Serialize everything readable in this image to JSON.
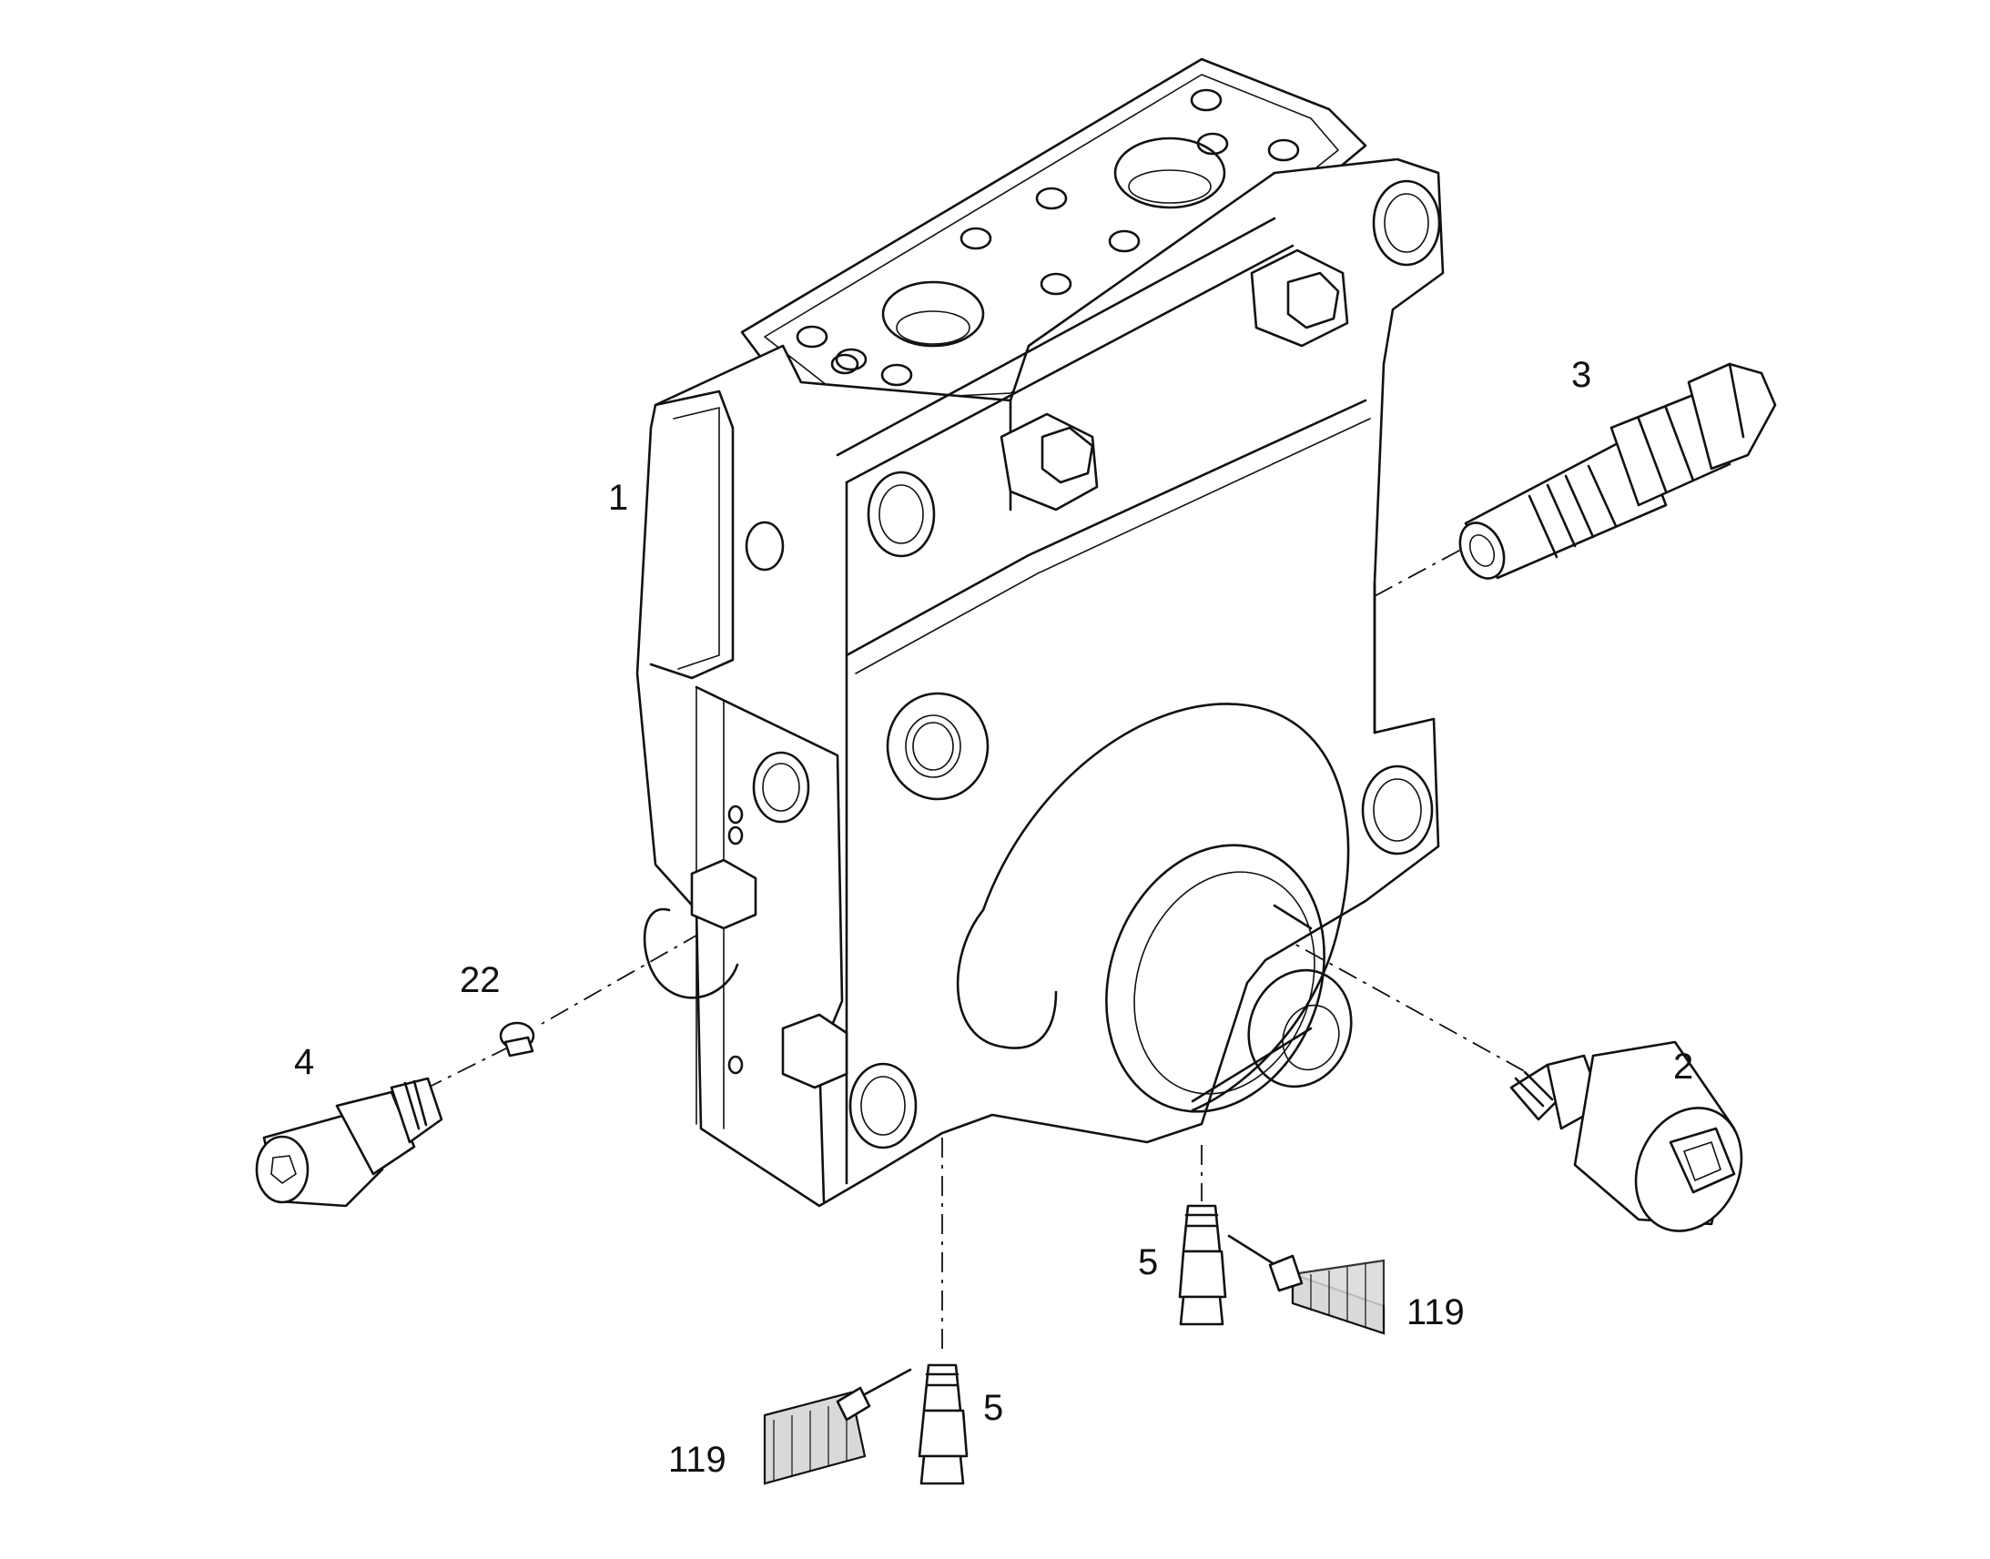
{
  "callouts": {
    "housing": "1",
    "solenoid_valve": "2",
    "cartridge_valve": "3",
    "relief_valve": "4",
    "fitting_left": "5",
    "fitting_right": "5",
    "seal": "22",
    "sealant_left": "119",
    "sealant_right": "119"
  },
  "colors": {
    "line": "#111111",
    "background": "#ffffff"
  }
}
